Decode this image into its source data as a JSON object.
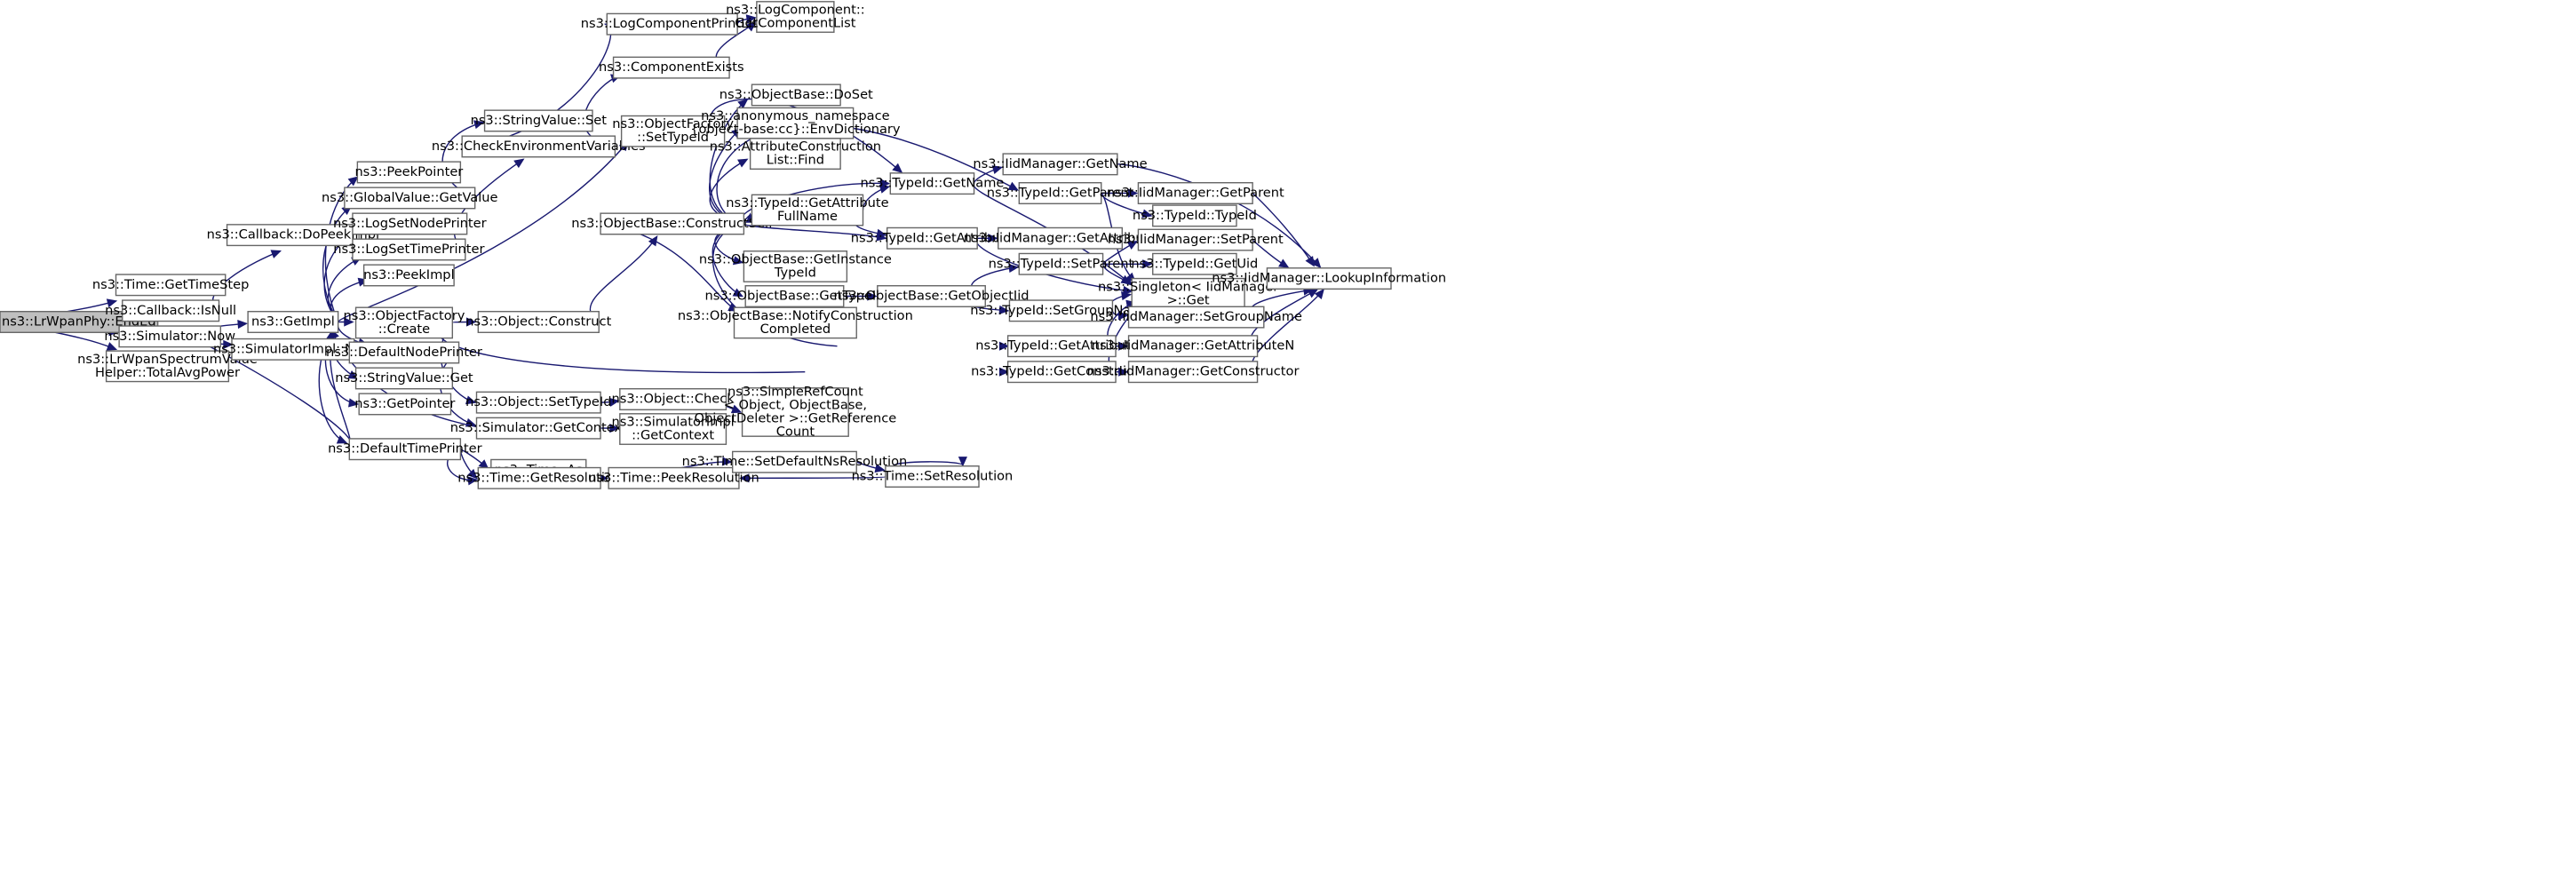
{
  "graph": {
    "nodes": {
      "n_endEd": [
        "ns3::LrWpanPhy::EndEd"
      ],
      "n_getTimeStep": [
        "ns3::Time::GetTimeStep"
      ],
      "n_isNull": [
        "ns3::Callback::IsNull"
      ],
      "n_simNow": [
        "ns3::Simulator::Now"
      ],
      "n_totalAvgPower": [
        "ns3::LrWpanSpectrumValue",
        "Helper::TotalAvgPower"
      ],
      "n_doPeekImpl": [
        "ns3::Callback::DoPeekImpl"
      ],
      "n_getImpl": [
        "ns3::GetImpl"
      ],
      "n_simImplNow": [
        "ns3::SimulatorImpl::Now"
      ],
      "n_peekPointer": [
        "ns3::PeekPointer"
      ],
      "n_gvGetValue": [
        "ns3::GlobalValue::GetValue"
      ],
      "n_logSetNodePrinter": [
        "ns3::LogSetNodePrinter"
      ],
      "n_logSetTimePrinter": [
        "ns3::LogSetTimePrinter"
      ],
      "n_peekImpl": [
        "ns3::PeekImpl"
      ],
      "n_ofCreate": [
        "ns3::ObjectFactory",
        "::Create"
      ],
      "n_defaultNodePrinter": [
        "ns3::DefaultNodePrinter"
      ],
      "n_svGet": [
        "ns3::StringValue::Get"
      ],
      "n_getPointer": [
        "ns3::GetPointer"
      ],
      "n_defaultTimePrinter": [
        "ns3::DefaultTimePrinter"
      ],
      "n_svSet": [
        "ns3::StringValue::Set"
      ],
      "n_checkEnv": [
        "ns3::CheckEnvironmentVariables"
      ],
      "n_objConstruct": [
        "ns3::Object::Construct"
      ],
      "n_objSetTypeId": [
        "ns3::Object::SetTypeId"
      ],
      "n_simGetContext": [
        "ns3::Simulator::GetContext"
      ],
      "n_timeAs": [
        "ns3::Time::As"
      ],
      "n_timeGetRes": [
        "ns3::Time::GetResolution"
      ],
      "n_logCompPrintList": [
        "ns3::LogComponentPrintList"
      ],
      "n_compExists": [
        "ns3::ComponentExists"
      ],
      "n_ofSetTypeId": [
        "ns3::ObjectFactory",
        "::SetTypeId"
      ],
      "n_obConstructSelf": [
        "ns3::ObjectBase::ConstructSelf"
      ],
      "n_objCheck": [
        "ns3::Object::Check"
      ],
      "n_simImplGetContext": [
        "ns3::SimulatorImpl",
        "::GetContext"
      ],
      "n_timePeekRes": [
        "ns3::Time::PeekResolution"
      ],
      "n_logCompGetList": [
        "ns3::LogComponent::",
        "GetComponentList"
      ],
      "n_obDoSet": [
        "ns3::ObjectBase::DoSet"
      ],
      "n_envDict": [
        "ns3::anonymous_namespace",
        "{object-base:cc}::EnvDictionary"
      ],
      "n_acListFind": [
        "ns3::AttributeConstruction",
        "List::Find"
      ],
      "n_tidGetAttrFullName": [
        "ns3::TypeId::GetAttribute",
        "FullName"
      ],
      "n_obGetInstTypeId": [
        "ns3::ObjectBase::GetInstance",
        "TypeId"
      ],
      "n_obGetTypeId": [
        "ns3::ObjectBase::GetTypeId"
      ],
      "n_obNotifyConstr": [
        "ns3::ObjectBase::NotifyConstruction",
        "Completed"
      ],
      "n_simpleRefCount": [
        "ns3::SimpleRefCount",
        "< Object, ObjectBase,",
        "ObjectDeleter >::GetReference",
        "Count"
      ],
      "n_timeSetDefaultNs": [
        "ns3::Time::SetDefaultNsResolution"
      ],
      "n_tidGetName": [
        "ns3::TypeId::GetName"
      ],
      "n_tidGetAttribute": [
        "ns3::TypeId::GetAttribute"
      ],
      "n_obGetObjectIid": [
        "ns3::ObjectBase::GetObjectIid"
      ],
      "n_tidGetAttributeN": [
        "ns3::TypeId::GetAttributeN"
      ],
      "n_tidGetConstructor": [
        "ns3::TypeId::GetConstructor"
      ],
      "n_timeSetRes": [
        "ns3::Time::SetResolution"
      ],
      "n_iidGetName": [
        "ns3::IidManager::GetName"
      ],
      "n_tidGetParent": [
        "ns3::TypeId::GetParent"
      ],
      "n_iidGetAttribute": [
        "ns3::IidManager::GetAttribute"
      ],
      "n_tidSetParent": [
        "ns3::TypeId::SetParent"
      ],
      "n_tidSetGroupName": [
        "ns3::TypeId::SetGroupName"
      ],
      "n_iidGetParent": [
        "ns3::IidManager::GetParent"
      ],
      "n_tidTypeId": [
        "ns3::TypeId::TypeId"
      ],
      "n_iidSetParent": [
        "ns3::IidManager::SetParent"
      ],
      "n_tidGetUid": [
        "ns3::TypeId::GetUid"
      ],
      "n_singletonGet": [
        "ns3::Singleton< IidManager",
        ">::Get"
      ],
      "n_iidSetGroupName": [
        "ns3::IidManager::SetGroupName"
      ],
      "n_iidGetAttributeN": [
        "ns3::IidManager::GetAttributeN"
      ],
      "n_iidGetConstructor": [
        "ns3::IidManager::GetConstructor"
      ],
      "n_iidLookupInfo": [
        "ns3::IidManager::LookupInformation"
      ]
    }
  }
}
